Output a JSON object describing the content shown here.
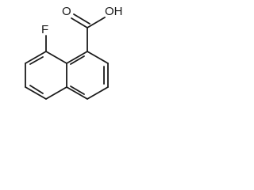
{
  "molecule": {
    "labels": {
      "fluorine": "F",
      "hydroxyl": "OH",
      "carbonyl_oxygen": "O"
    }
  }
}
